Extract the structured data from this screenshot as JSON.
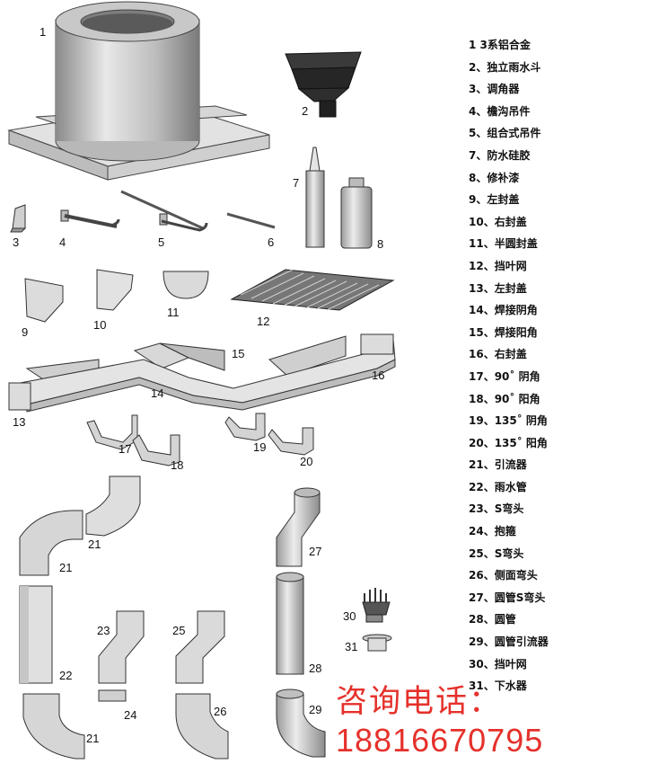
{
  "parts_list": [
    "1   3系铝合金",
    "2、独立雨水斗",
    "3、调角器",
    "4、檐沟吊件",
    "5、组合式吊件",
    "7、防水硅胶",
    "8、修补漆",
    "9、左封盖",
    "10、右封盖",
    "11、半圆封盖",
    "12、挡叶网",
    "13、左封盖",
    "14、焊接阴角",
    "15、焊接阳角",
    "16、右封盖",
    "17、90˚ 阴角",
    "18、90˚ 阳角",
    "19、135˚ 阴角",
    "20、135˚ 阳角",
    "21、引流器",
    "22、雨水管",
    "23、S弯头",
    "24、抱箍",
    "25、S弯头",
    "26、侧面弯头",
    "27、圆管S弯头",
    "28、圆管",
    "29、圆管引流器",
    "30、挡叶网",
    "31、下水器"
  ],
  "labels": {
    "n1": "1",
    "n2": "2",
    "n3": "3",
    "n4": "4",
    "n5": "5",
    "n6": "6",
    "n7": "7",
    "n8": "8",
    "n9": "9",
    "n10": "10",
    "n11": "11",
    "n12": "12",
    "n13": "13",
    "n14": "14",
    "n15": "15",
    "n16": "16",
    "n17": "17",
    "n18": "18",
    "n19": "19",
    "n20": "20",
    "n21a": "21",
    "n21b": "21",
    "n21c": "21",
    "n22": "22",
    "n23": "23",
    "n24": "24",
    "n25": "25",
    "n26": "26",
    "n27": "27",
    "n28": "28",
    "n29": "29",
    "n30": "30",
    "n31": "31"
  },
  "contact": {
    "label": "咨询电话：",
    "phone": "18816670795"
  },
  "colors": {
    "accent": "#e5312b",
    "metal": "#d8d8d8",
    "outline": "#444444",
    "dark_part": "#2a2a2a"
  }
}
